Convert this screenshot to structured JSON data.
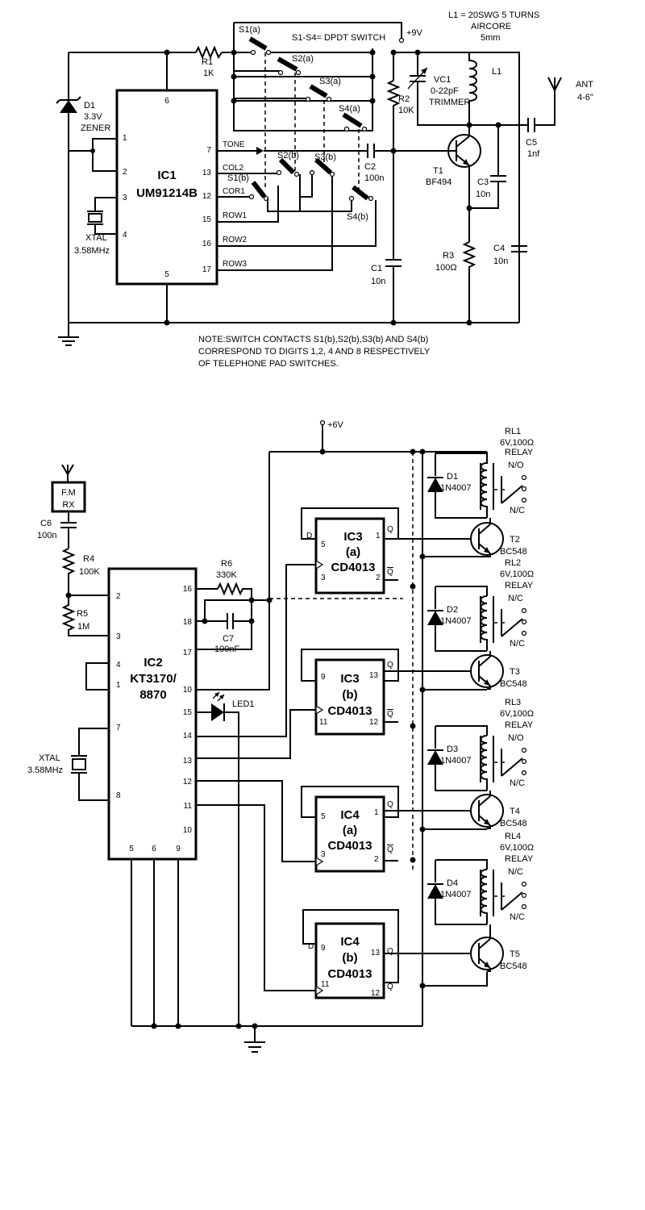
{
  "top": {
    "inductor_note": [
      "L1 = 20SWG 5 TURNS",
      "AIRCORE",
      "5mm"
    ],
    "switch_note": "S1-S4= DPDT SWITCH",
    "supply": "+9V",
    "ic1": {
      "ref": "IC1",
      "part": "UM91214B"
    },
    "ic1_pins": [
      "6",
      "1",
      "2",
      "3",
      "4",
      "5",
      "7",
      "13",
      "12",
      "15",
      "16",
      "17"
    ],
    "ic1_signals": [
      "TONE",
      "COL2",
      "COR1",
      "ROW1",
      "ROW2",
      "ROW3"
    ],
    "r1": {
      "ref": "R1",
      "value": "1K"
    },
    "d1": {
      "ref": "D1",
      "value": "3.3V",
      "type": "ZENER"
    },
    "xtal": {
      "ref": "XTAL",
      "value": "3.58MHz"
    },
    "switches_a": [
      "S1(a)",
      "S2(a)",
      "S3(a)",
      "S4(a)"
    ],
    "switches_b": [
      "S1(b)",
      "S2(b)",
      "S3(b)",
      "S4(b)"
    ],
    "vc1": {
      "ref": "VC1",
      "value": "0-22pF",
      "type": "TRIMMER"
    },
    "l1": "L1",
    "ant": {
      "ref": "ANT",
      "value": "4-6\""
    },
    "r2": {
      "ref": "R2",
      "value": "10K"
    },
    "c2": {
      "ref": "C2",
      "value": "100n"
    },
    "t1": {
      "ref": "T1",
      "part": "BF494"
    },
    "c5": {
      "ref": "C5",
      "value": "1nf"
    },
    "c3": {
      "ref": "C3",
      "value": "10n"
    },
    "c4": {
      "ref": "C4",
      "value": "10n"
    },
    "r3": {
      "ref": "R3",
      "value": "100Ω"
    },
    "c1": {
      "ref": "C1",
      "value": "10n"
    },
    "note": [
      "NOTE:SWITCH CONTACTS S1(b),S2(b),S3(b) AND S4(b)",
      "CORRESPOND TO DIGITS 1,2, 4 AND 8 RESPECTIVELY",
      "OF TELEPHONE PAD SWITCHES."
    ]
  },
  "bottom": {
    "supply": "+6V",
    "fm": [
      "F.M",
      "RX"
    ],
    "c6": {
      "ref": "C6",
      "value": "100n"
    },
    "r4": {
      "ref": "R4",
      "value": "100K"
    },
    "r5": {
      "ref": "R5",
      "value": "1M"
    },
    "r6": {
      "ref": "R6",
      "value": "330K"
    },
    "c7": {
      "ref": "C7",
      "value": "100nF"
    },
    "ic2": {
      "ref": "IC2",
      "part1": "KT3170/",
      "part2": "8870"
    },
    "ic2_pins": [
      "2",
      "3",
      "4",
      "1",
      "7",
      "8",
      "5",
      "6",
      "9",
      "16",
      "18",
      "17",
      "10",
      "15",
      "14",
      "13",
      "12",
      "11",
      "10"
    ],
    "xtal": {
      "ref": "XTAL",
      "value": "3.58MHz"
    },
    "led": "LED1",
    "flipflops": [
      {
        "ref": "IC3",
        "sub": "(a)",
        "part": "CD4013",
        "d": "5",
        "clk": "3",
        "q": "1",
        "qb": "2"
      },
      {
        "ref": "IC3",
        "sub": "(b)",
        "part": "CD4013",
        "d": "9",
        "clk": "11",
        "q": "13",
        "qb": "12"
      },
      {
        "ref": "IC4",
        "sub": "(a)",
        "part": "CD4013",
        "d": "5",
        "clk": "3",
        "q": "1",
        "qb": "2"
      },
      {
        "ref": "IC4",
        "sub": "(b)",
        "part": "CD4013",
        "d": "9",
        "clk": "11",
        "q": "13",
        "qb": "12"
      }
    ],
    "ff_pin_labels": {
      "d": "D",
      "q": "Q",
      "qb": "Q"
    },
    "diodes": [
      {
        "ref": "D1",
        "part": "1N4007"
      },
      {
        "ref": "D2",
        "part": "1N4007"
      },
      {
        "ref": "D3",
        "part": "1N4007"
      },
      {
        "ref": "D4",
        "part": "1N4007"
      }
    ],
    "relays": [
      {
        "ref": "RL1",
        "spec": "6V,100Ω",
        "type": "RELAY",
        "c1": "N/O",
        "c2": "N/C"
      },
      {
        "ref": "RL2",
        "spec": "6V,100Ω",
        "type": "RELAY",
        "c1": "N/C",
        "c2": "N/C"
      },
      {
        "ref": "RL3",
        "spec": "6V,100Ω",
        "type": "RELAY",
        "c1": "N/O",
        "c2": "N/C"
      },
      {
        "ref": "RL4",
        "spec": "6V,100Ω",
        "type": "RELAY",
        "c1": "N/C",
        "c2": "N/C"
      }
    ],
    "transistors": [
      {
        "ref": "T2",
        "part": "BC548"
      },
      {
        "ref": "T3",
        "part": "BC548"
      },
      {
        "ref": "T4",
        "part": "BC548"
      },
      {
        "ref": "T5",
        "part": "BC548"
      }
    ]
  }
}
